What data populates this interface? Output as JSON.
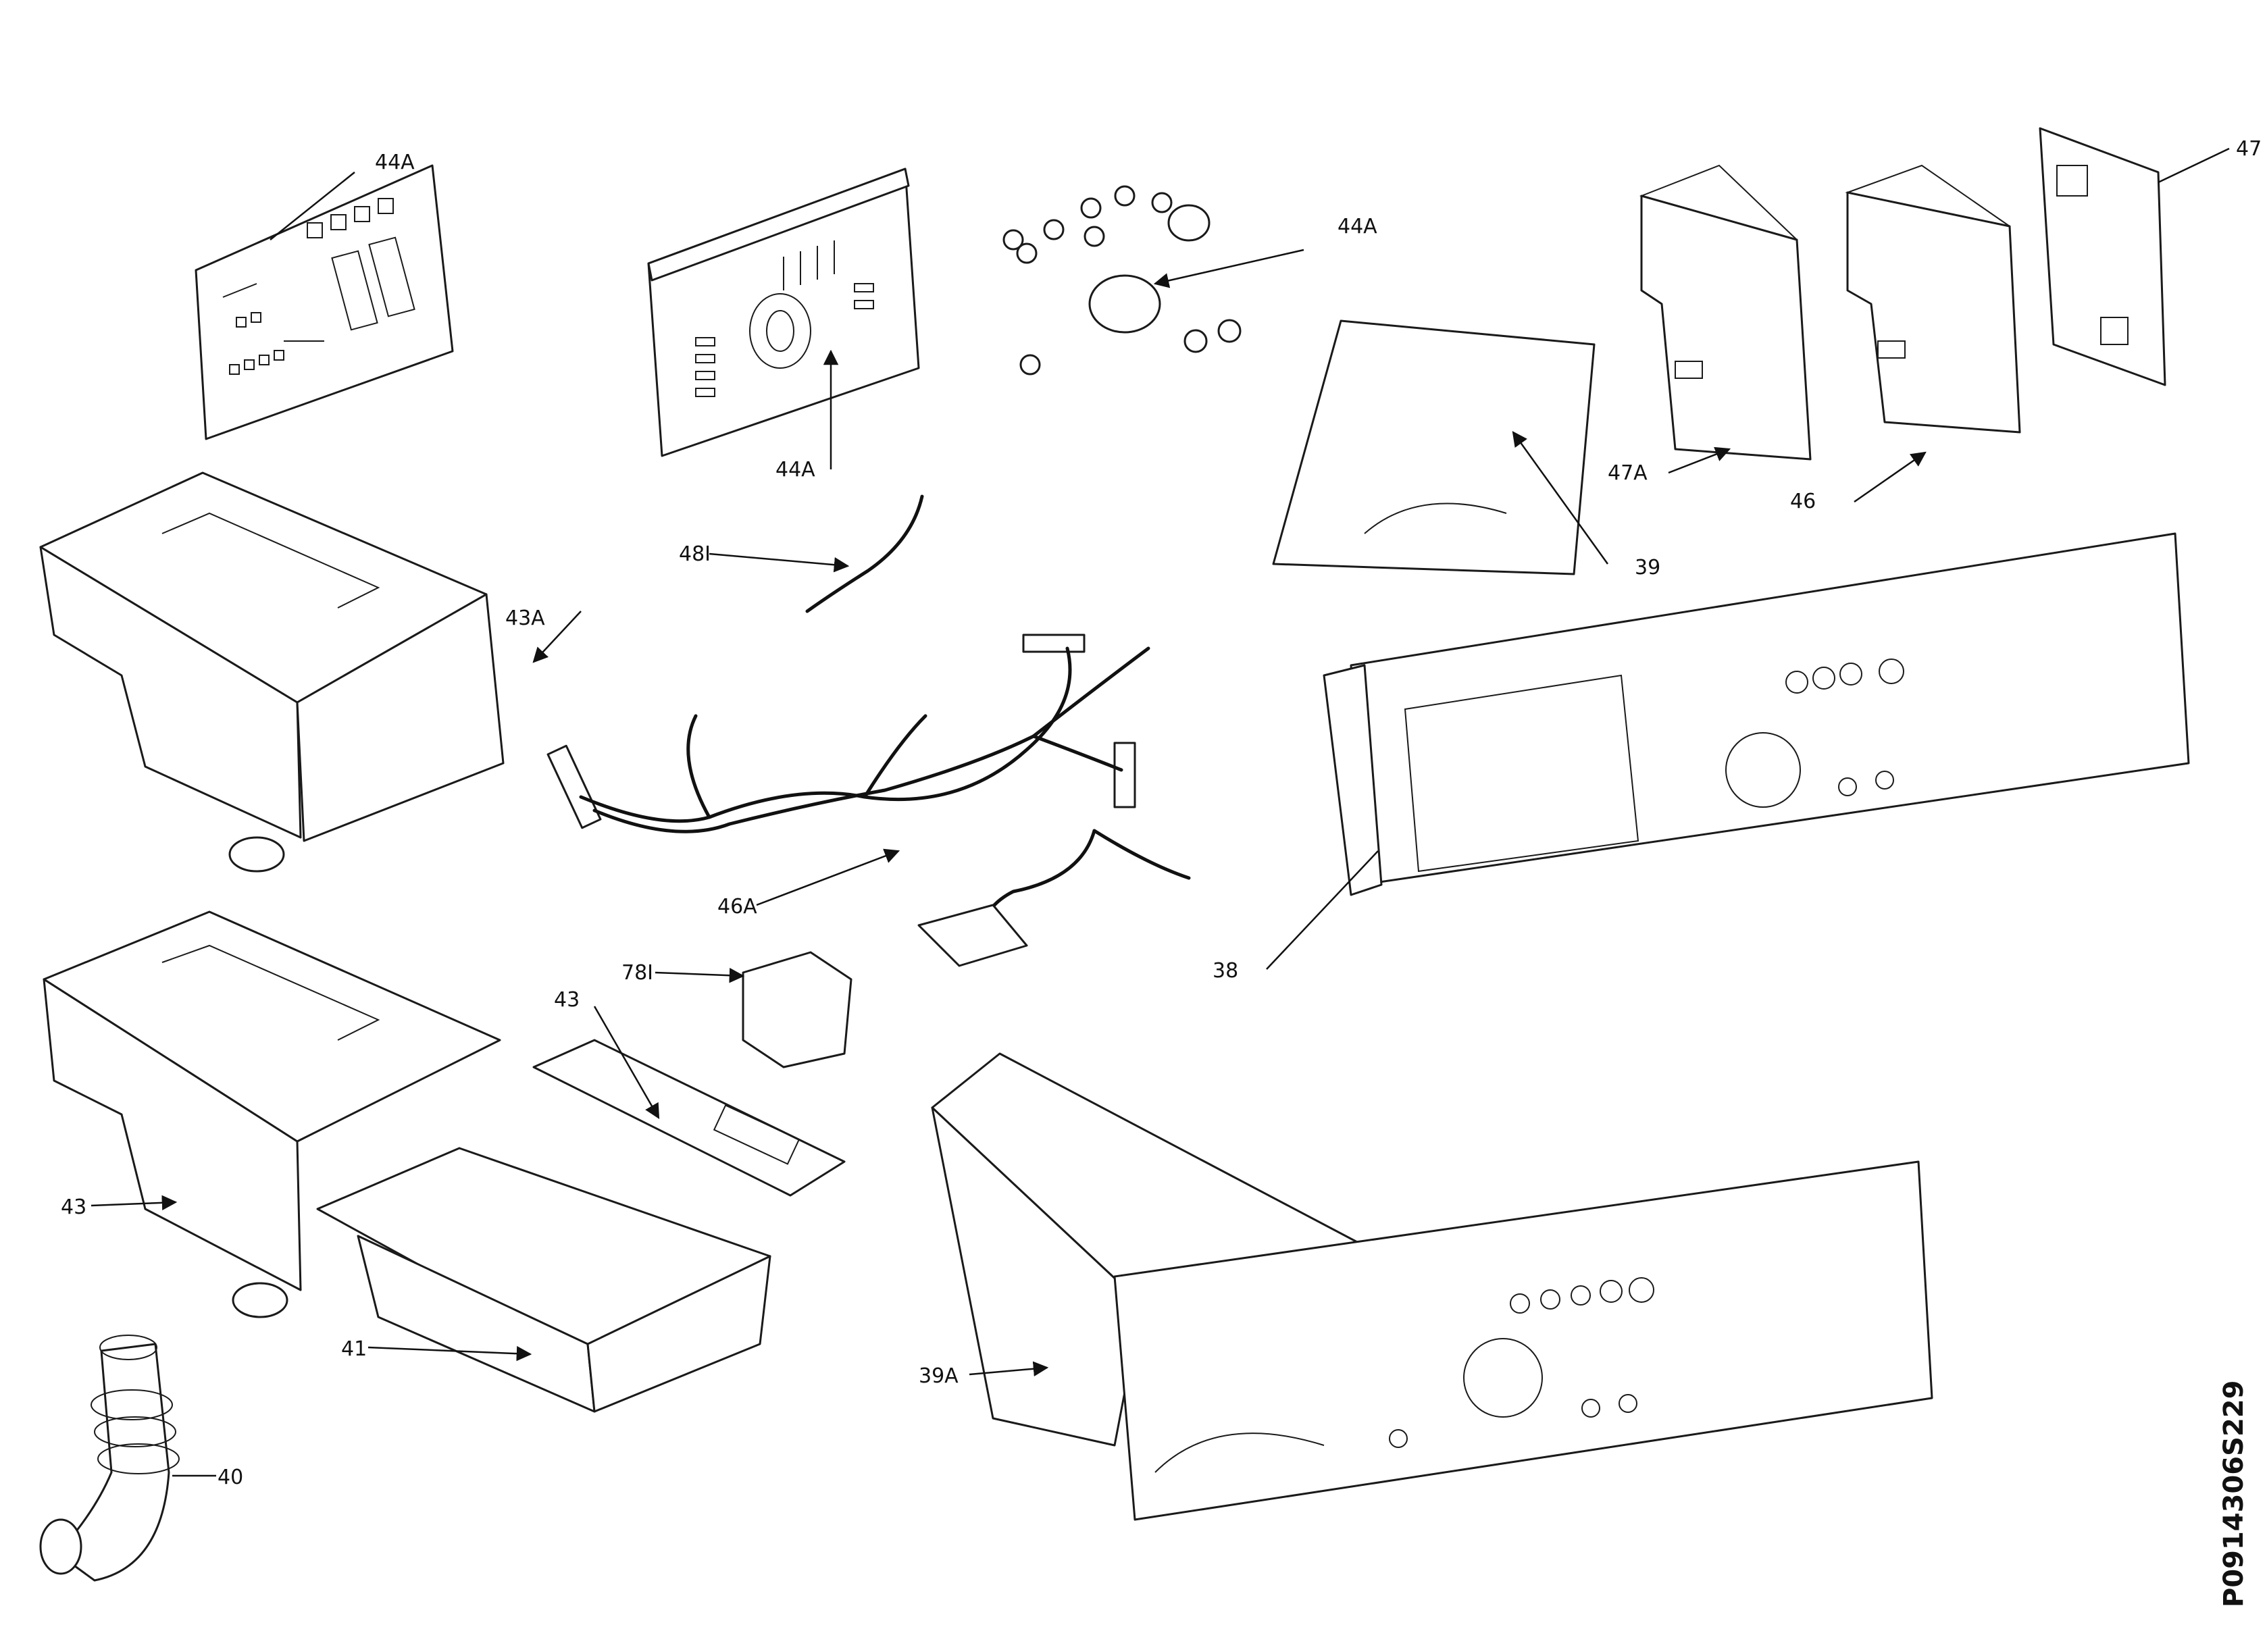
{
  "diagram": {
    "document_id": "P0914306S229",
    "labels": {
      "l_44a_pcb": "44A",
      "l_44a_panel": "44A",
      "l_44a_knobs": "44A",
      "l_47": "47",
      "l_47a": "47A",
      "l_46": "46",
      "l_39": "39",
      "l_43a": "43A",
      "l_48i": "48I",
      "l_46a": "46A",
      "l_78i": "78I",
      "l_43_drawer": "43",
      "l_43_box": "43",
      "l_41": "41",
      "l_40": "40",
      "l_38": "38",
      "l_39a": "39A"
    }
  }
}
